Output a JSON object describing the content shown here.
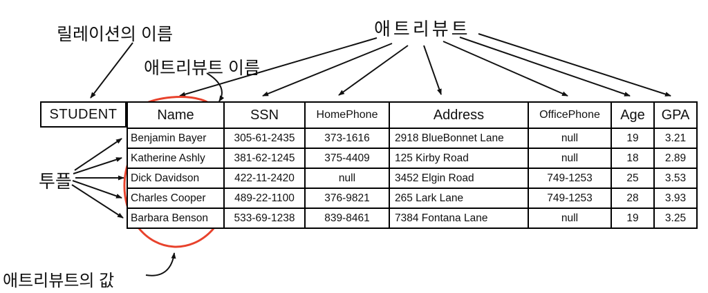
{
  "diagram": {
    "labels": {
      "relation_name": "릴레이션의 이름",
      "attribute_name": "애트리뷰트 이름",
      "attributes": "애트리뷰트",
      "tuples": "투플",
      "attribute_value": "애트리뷰트의 값"
    },
    "relation_title": "STUDENT",
    "accent_color": "#e8422c",
    "line_color": "#111111",
    "annotations": [
      "oval around Name column header",
      "oval around Name column values",
      "arrow from relation-name label to STUDENT box",
      "seven arrows from attributes label to each column header",
      "five arrows from tuples label to each table row",
      "curved arrow from attribute-name label to Name header",
      "curved arrow from attribute-value label to Name column oval"
    ]
  },
  "table": {
    "columns": [
      "Name",
      "SSN",
      "HomePhone",
      "Address",
      "OfficePhone",
      "Age",
      "GPA"
    ],
    "rows": [
      [
        "Benjamin Bayer",
        "305-61-2435",
        "373-1616",
        "2918 BlueBonnet Lane",
        "null",
        "19",
        "3.21"
      ],
      [
        "Katherine Ashly",
        "381-62-1245",
        "375-4409",
        "125 Kirby Road",
        "null",
        "18",
        "2.89"
      ],
      [
        "Dick Davidson",
        "422-11-2420",
        "null",
        "3452 Elgin Road",
        "749-1253",
        "25",
        "3.53"
      ],
      [
        "Charles Cooper",
        "489-22-1100",
        "376-9821",
        "265 Lark Lane",
        "749-1253",
        "28",
        "3.93"
      ],
      [
        "Barbara Benson",
        "533-69-1238",
        "839-8461",
        "7384 Fontana Lane",
        "null",
        "19",
        "3.25"
      ]
    ]
  }
}
